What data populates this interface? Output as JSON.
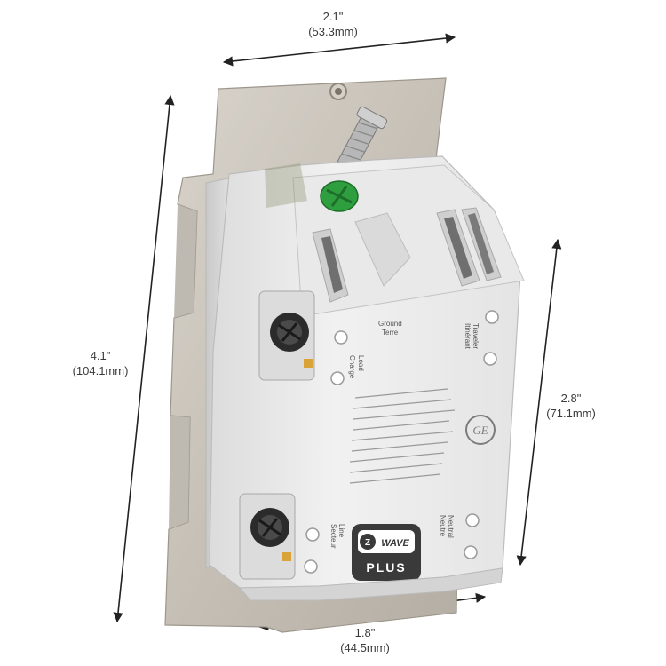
{
  "dimensions": {
    "top": {
      "imperial": "2.1\"",
      "metric": "(53.3mm)"
    },
    "left": {
      "imperial": "4.1\"",
      "metric": "(104.1mm)"
    },
    "right": {
      "imperial": "2.8\"",
      "metric": "(71.1mm)"
    },
    "bottom": {
      "imperial": "1.8\"",
      "metric": "(44.5mm)"
    }
  },
  "device": {
    "terminal_labels": {
      "ground": "Ground",
      "ground_fr": "Terre",
      "traveler": "Traveler",
      "traveler_fr": "Itinérant",
      "load": "Load",
      "load_fr": "Charge",
      "neutral": "Neutral",
      "neutral_fr": "Neutre",
      "line": "Line",
      "line_fr": "Secteur"
    },
    "logo_text": "GE",
    "zwave_badge": {
      "top": "WAVE",
      "bottom": "PLUS"
    }
  },
  "colors": {
    "plate": "#c8c2b8",
    "housing": "#eeeeee",
    "screw_green": "#2e9e3e",
    "dimension_line": "#222222",
    "badge": "#3a3a3a"
  }
}
